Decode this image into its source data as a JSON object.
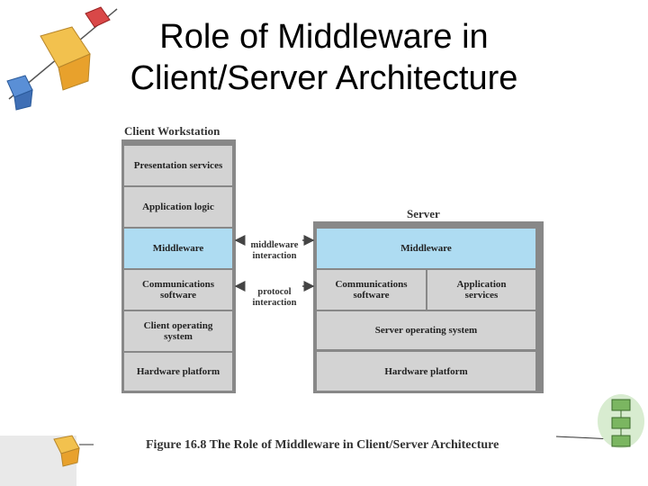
{
  "title": "Role of Middleware in Client/Server Architecture",
  "client": {
    "header": "Client Workstation",
    "layers": [
      {
        "label": "Presentation services"
      },
      {
        "label": "Application logic"
      },
      {
        "label": "Middleware"
      },
      {
        "label": "Communications software"
      },
      {
        "label": "Client operating system"
      },
      {
        "label": "Hardware platform"
      }
    ]
  },
  "server": {
    "header": "Server",
    "middleware": "Middleware",
    "comms": "Communications software",
    "app": "Application services",
    "os": "Server operating system",
    "hw": "Hardware platform"
  },
  "interactions": {
    "middleware": "middleware interaction",
    "protocol": "protocol interaction"
  },
  "caption": "Figure 16.8 The Role of Middleware in Client/Server Architecture",
  "colors": {
    "layer_gray": "#d3d3d3",
    "middleware_blue": "#aedcf2",
    "frame": "#888888"
  }
}
